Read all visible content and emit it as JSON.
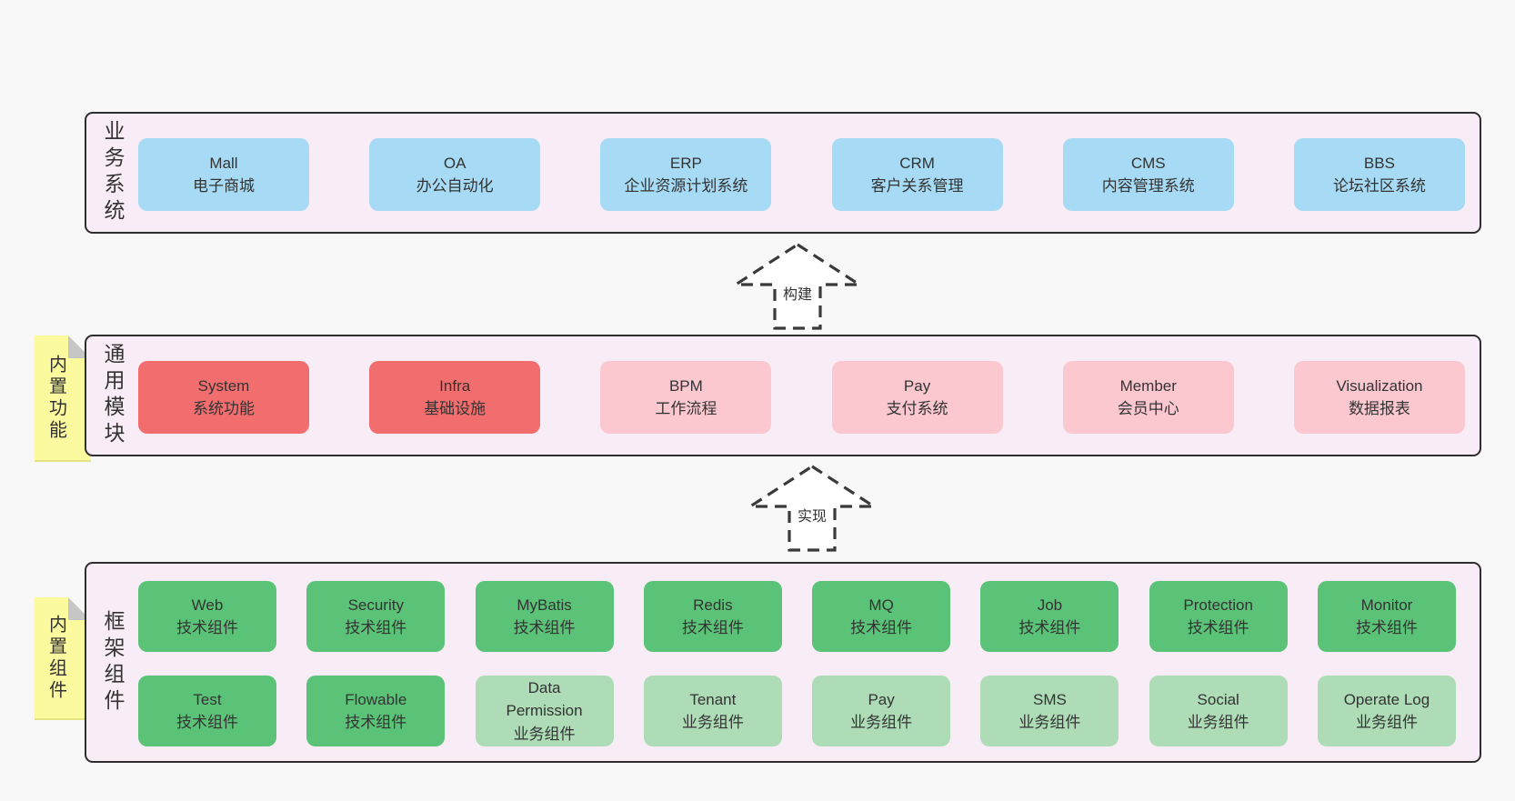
{
  "colors": {
    "page_bg": "#f8f8f8",
    "panel_bg": "#f8edf6",
    "panel_border": "#2e2e2e",
    "box_blue": "#a7daf4",
    "box_red": "#f26d6d",
    "box_pink": "#fcc8d0",
    "box_green": "#5bc377",
    "box_light_green": "#addcb6",
    "note_yellow": "#fbfa9e",
    "note_fold_gray": "#c6c6c6",
    "text": "#333333"
  },
  "arrows": [
    {
      "label": "构建"
    },
    {
      "label": "实现"
    }
  ],
  "layers": [
    {
      "label": "业务系统",
      "rows": [
        [
          {
            "name": "Mall",
            "sub": "电子商城",
            "variant": "blue"
          },
          {
            "name": "OA",
            "sub": "办公自动化",
            "variant": "blue"
          },
          {
            "name": "ERP",
            "sub": "企业资源计划系统",
            "variant": "blue"
          },
          {
            "name": "CRM",
            "sub": "客户关系管理",
            "variant": "blue"
          },
          {
            "name": "CMS",
            "sub": "内容管理系统",
            "variant": "blue"
          },
          {
            "name": "BBS",
            "sub": "论坛社区系统",
            "variant": "blue"
          }
        ]
      ]
    },
    {
      "label": "通用模块",
      "note": "内置功能",
      "rows": [
        [
          {
            "name": "System",
            "sub": "系统功能",
            "variant": "red"
          },
          {
            "name": "Infra",
            "sub": "基础设施",
            "variant": "red"
          },
          {
            "name": "BPM",
            "sub": "工作流程",
            "variant": "pink"
          },
          {
            "name": "Pay",
            "sub": "支付系统",
            "variant": "pink"
          },
          {
            "name": "Member",
            "sub": "会员中心",
            "variant": "pink"
          },
          {
            "name": "Visualization",
            "sub": "数据报表",
            "variant": "pink"
          }
        ]
      ]
    },
    {
      "label": "框架组件",
      "note": "内置组件",
      "rows": [
        [
          {
            "name": "Web",
            "sub": "技术组件",
            "variant": "green"
          },
          {
            "name": "Security",
            "sub": "技术组件",
            "variant": "green"
          },
          {
            "name": "MyBatis",
            "sub": "技术组件",
            "variant": "green"
          },
          {
            "name": "Redis",
            "sub": "技术组件",
            "variant": "green"
          },
          {
            "name": "MQ",
            "sub": "技术组件",
            "variant": "green"
          },
          {
            "name": "Job",
            "sub": "技术组件",
            "variant": "green"
          },
          {
            "name": "Protection",
            "sub": "技术组件",
            "variant": "green"
          },
          {
            "name": "Monitor",
            "sub": "技术组件",
            "variant": "green"
          }
        ],
        [
          {
            "name": "Test",
            "sub": "技术组件",
            "variant": "green"
          },
          {
            "name": "Flowable",
            "sub": "技术组件",
            "variant": "green"
          },
          {
            "name": "Data\nPermission",
            "sub": "业务组件",
            "variant": "lightgreen"
          },
          {
            "name": "Tenant",
            "sub": "业务组件",
            "variant": "lightgreen"
          },
          {
            "name": "Pay",
            "sub": "业务组件",
            "variant": "lightgreen"
          },
          {
            "name": "SMS",
            "sub": "业务组件",
            "variant": "lightgreen"
          },
          {
            "name": "Social",
            "sub": "业务组件",
            "variant": "lightgreen"
          },
          {
            "name": "Operate Log",
            "sub": "业务组件",
            "variant": "lightgreen"
          }
        ]
      ]
    }
  ]
}
